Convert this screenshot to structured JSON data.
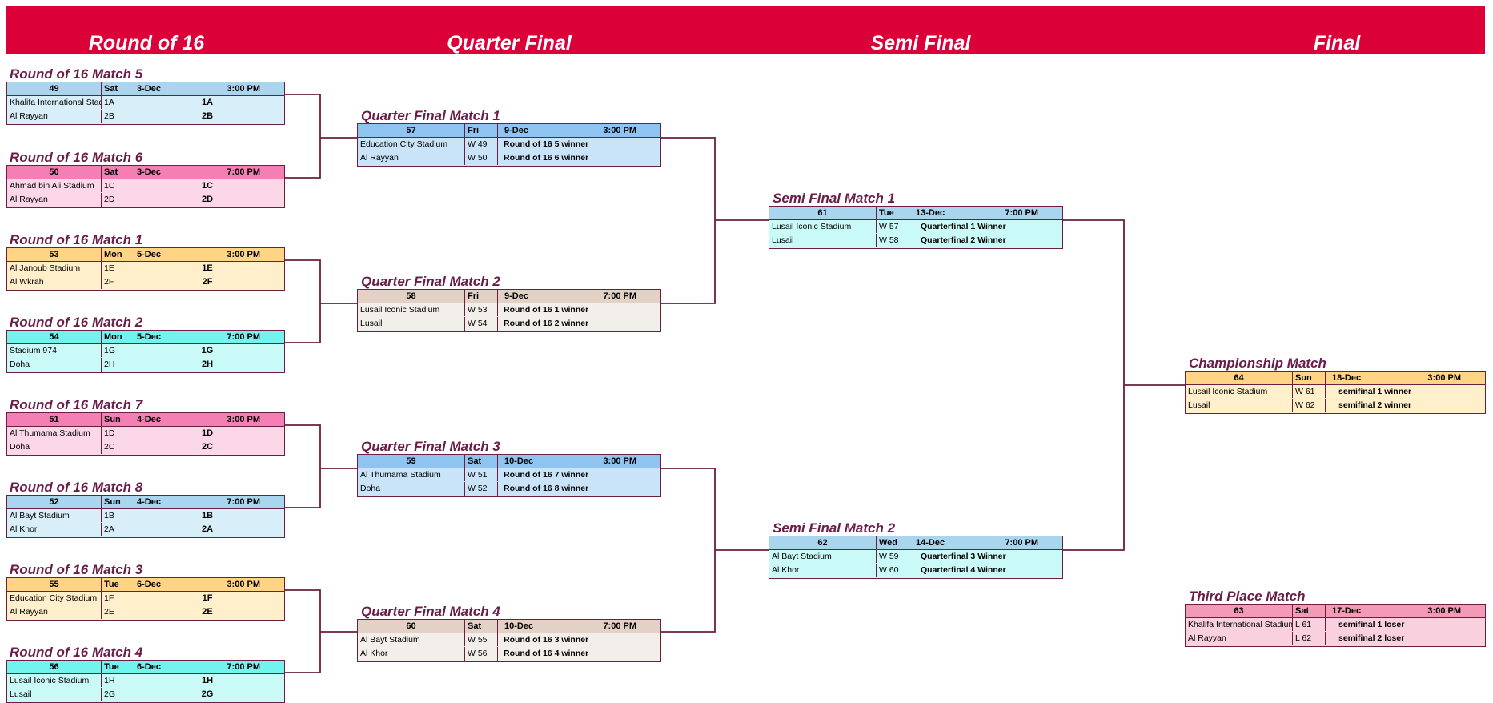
{
  "header": {
    "rounds": [
      "Round of 16",
      "Quarter Final",
      "Semi Final",
      "Final"
    ]
  },
  "colors": {
    "banner": "#dc0039",
    "label": "#6a1d49",
    "border": "#6b1e3e",
    "blue_head": "#a9d6ee",
    "blue_body": "#d8eef9",
    "pink_head": "#f47fb5",
    "pink_body": "#fbd7e8",
    "yellow_head": "#ffd585",
    "yellow_body": "#ffefca",
    "cyan_head": "#71f3ee",
    "cyan_body": "#cafaf7",
    "qblue_head": "#8ec4ef",
    "qblue_body": "#c9e4f9",
    "tan_head": "#e3d1c5",
    "tan_body": "#f2eee9",
    "rose_head": "#f29ab6",
    "rose_body": "#f9d0dd"
  },
  "r16": [
    {
      "label": "Round of 16 Match 5",
      "num": "49",
      "day": "Sat",
      "date": "3-Dec",
      "time": "3:00 PM",
      "venue": "Khalifa International Stadium",
      "city": "Al Rayyan",
      "s1": "1A",
      "s2": "2B",
      "t1": "1A",
      "t2": "2B"
    },
    {
      "label": "Round of 16 Match 6",
      "num": "50",
      "day": "Sat",
      "date": "3-Dec",
      "time": "7:00 PM",
      "venue": "Ahmad bin Ali Stadium",
      "city": "Al Rayyan",
      "s1": "1C",
      "s2": "2D",
      "t1": "1C",
      "t2": "2D"
    },
    {
      "label": "Round of 16 Match 1",
      "num": "53",
      "day": "Mon",
      "date": "5-Dec",
      "time": "3:00 PM",
      "venue": "Al Janoub Stadium",
      "city": "Al Wkrah",
      "s1": "1E",
      "s2": "2F",
      "t1": "1E",
      "t2": "2F"
    },
    {
      "label": "Round of 16 Match 2",
      "num": "54",
      "day": "Mon",
      "date": "5-Dec",
      "time": "7:00 PM",
      "venue": "Stadium 974",
      "city": "Doha",
      "s1": "1G",
      "s2": "2H",
      "t1": "1G",
      "t2": "2H"
    },
    {
      "label": "Round of 16 Match 7",
      "num": "51",
      "day": "Sun",
      "date": "4-Dec",
      "time": "3:00 PM",
      "venue": "Al Thumama Stadium",
      "city": "Doha",
      "s1": "1D",
      "s2": "2C",
      "t1": "1D",
      "t2": "2C"
    },
    {
      "label": "Round of 16 Match 8",
      "num": "52",
      "day": "Sun",
      "date": "4-Dec",
      "time": "7:00 PM",
      "venue": "Al Bayt Stadium",
      "city": "Al Khor",
      "s1": "1B",
      "s2": "2A",
      "t1": "1B",
      "t2": "2A"
    },
    {
      "label": "Round of 16 Match 3",
      "num": "55",
      "day": "Tue",
      "date": "6-Dec",
      "time": "3:00 PM",
      "venue": "Education City Stadium",
      "city": "Al Rayyan",
      "s1": "1F",
      "s2": "2E",
      "t1": "1F",
      "t2": "2E"
    },
    {
      "label": "Round of 16 Match 4",
      "num": "56",
      "day": "Tue",
      "date": "6-Dec",
      "time": "7:00 PM",
      "venue": "Lusail Iconic Stadium",
      "city": "Lusail",
      "s1": "1H",
      "s2": "2G",
      "t1": "1H",
      "t2": "2G"
    }
  ],
  "qf": [
    {
      "label": "Quarter Final Match 1",
      "num": "57",
      "day": "Fri",
      "date": "9-Dec",
      "time": "3:00 PM",
      "venue": "Education City Stadium",
      "city": "Al Rayyan",
      "s1": "W 49",
      "s2": "W 50",
      "t1": "Round of 16 5 winner",
      "t2": "Round of 16 6 winner"
    },
    {
      "label": "Quarter Final Match 2",
      "num": "58",
      "day": "Fri",
      "date": "9-Dec",
      "time": "7:00 PM",
      "venue": "Lusail Iconic Stadium",
      "city": "Lusail",
      "s1": "W 53",
      "s2": "W 54",
      "t1": "Round of 16 1 winner",
      "t2": "Round of 16 2 winner"
    },
    {
      "label": "Quarter Final Match 3",
      "num": "59",
      "day": "Sat",
      "date": "10-Dec",
      "time": "3:00 PM",
      "venue": "Al Thumama Stadium",
      "city": "Doha",
      "s1": "W 51",
      "s2": "W 52",
      "t1": "Round of 16 7 winner",
      "t2": "Round of 16 8 winner"
    },
    {
      "label": "Quarter Final Match 4",
      "num": "60",
      "day": "Sat",
      "date": "10-Dec",
      "time": "7:00 PM",
      "venue": "Al Bayt Stadium",
      "city": "Al Khor",
      "s1": "W 55",
      "s2": "W 56",
      "t1": "Round of 16 3 winner",
      "t2": "Round of 16 4 winner"
    }
  ],
  "sf": [
    {
      "label": "Semi Final Match 1",
      "num": "61",
      "day": "Tue",
      "date": "13-Dec",
      "time": "7:00 PM",
      "venue": "Lusail Iconic Stadium",
      "city": "Lusail",
      "s1": "W 57",
      "s2": "W 58",
      "t1": "Quarterfinal 1 Winner",
      "t2": "Quarterfinal 2 Winner"
    },
    {
      "label": "Semi Final Match 2",
      "num": "62",
      "day": "Wed",
      "date": "14-Dec",
      "time": "7:00 PM",
      "venue": "Al Bayt Stadium",
      "city": "Al Khor",
      "s1": "W 59",
      "s2": "W 60",
      "t1": "Quarterfinal 3 Winner",
      "t2": "Quarterfinal 4 Winner"
    }
  ],
  "final": [
    {
      "label": "Championship Match",
      "num": "64",
      "day": "Sun",
      "date": "18-Dec",
      "time": "3:00 PM",
      "venue": "Lusail Iconic Stadium",
      "city": "Lusail",
      "s1": "W 61",
      "s2": "W 62",
      "t1": "semifinal 1 winner",
      "t2": "semifinal 2 winner"
    },
    {
      "label": "Third Place Match",
      "num": "63",
      "day": "Sat",
      "date": "17-Dec",
      "time": "3:00 PM",
      "venue": "Khalifa International Stadium",
      "city": "Al Rayyan",
      "s1": "L 61",
      "s2": "L 62",
      "t1": "semifinal 1 loser",
      "t2": "semifinal 2 loser"
    }
  ]
}
